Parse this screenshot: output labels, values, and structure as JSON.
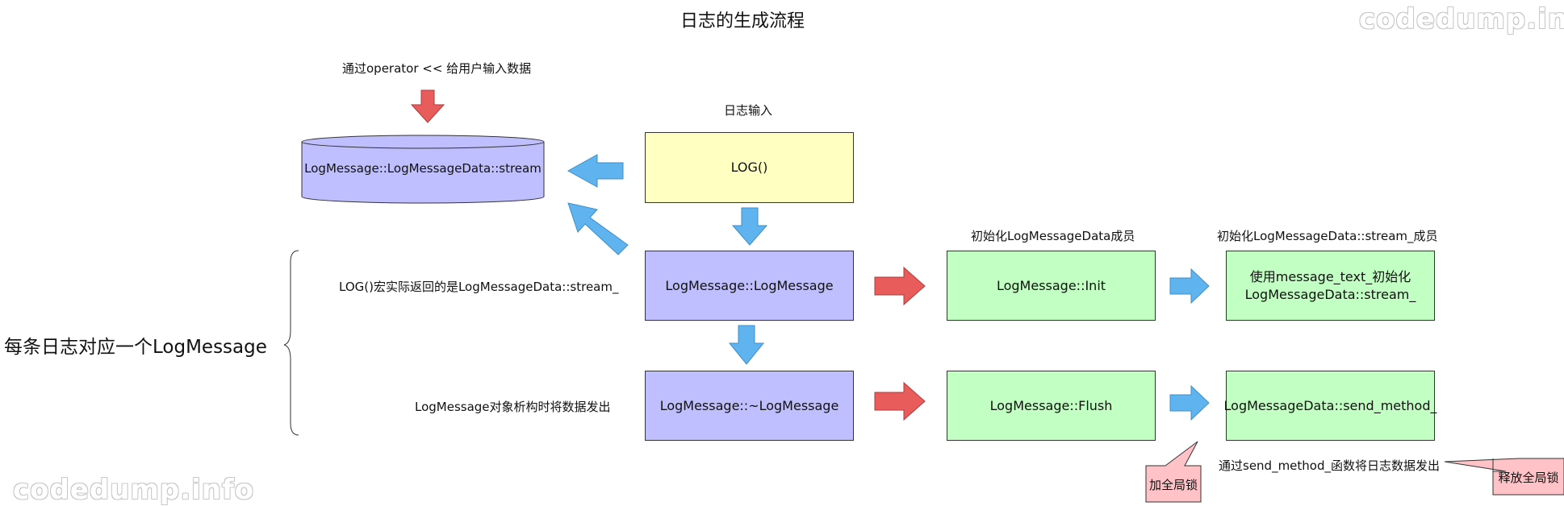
{
  "diagram": {
    "title": "日志的生成流程",
    "watermark_top": "codedump.info",
    "watermark_bottom": "codedump.info",
    "operator_note": "通过operator << 给用户输入数据",
    "log_input_label": "日志输入",
    "stream_cylinder": "LogMessage::LogMessageData::stream",
    "log_box": "LOG()",
    "ctor_box": "LogMessage::LogMessage",
    "dtor_box": "LogMessage::~LogMessage",
    "init_box": "LogMessage::Init",
    "flush_box": "LogMessage::Flush",
    "message_text_box": "使用message_text_初始化 LogMessageData::stream_",
    "send_method_box": "LogMessageData::send_method_",
    "init_members_label": "初始化LogMessageData成员",
    "init_stream_label": "初始化LogMessageData::stream_成员",
    "log_returns_note": "LOG()宏实际返回的是LogMessageData::stream_",
    "dtor_note": "LogMessage对象析构时将数据发出",
    "per_log_note": "每条日志对应一个LogMessage",
    "send_note": "通过send_method_函数将日志数据发出",
    "lock_callout": "加全局锁",
    "unlock_callout": "释放全局锁"
  },
  "colors": {
    "purple_fill": "#bfbfff",
    "yellow_fill": "#ffffc2",
    "green_fill": "#c2ffc2",
    "red_arrow": "#e85c5c",
    "blue_arrow": "#5fb3ef",
    "callout_fill": "#ffc2c7"
  }
}
